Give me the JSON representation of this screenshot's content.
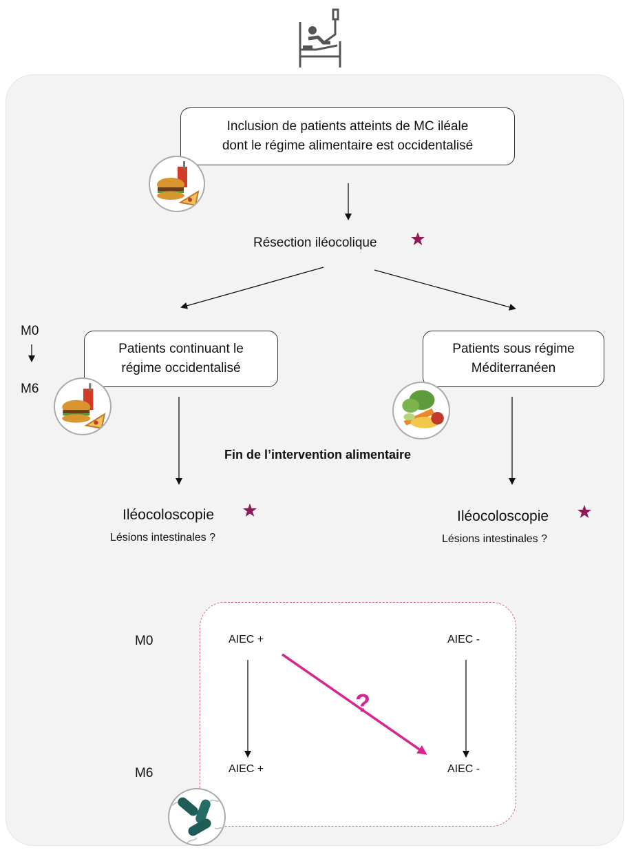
{
  "top_icon": "hospital-bed-icon",
  "inclusion": {
    "line1": "Inclusion de patients atteints de MC iléale",
    "line2": "dont le régime alimentaire est occidentalisé"
  },
  "resection": "Résection iléocolique",
  "timeline_left": {
    "m0": "M0",
    "m6": "M6"
  },
  "arm_left": {
    "line1": "Patients continuant le",
    "line2": "régime occidentalisé"
  },
  "arm_right": {
    "line1": "Patients sous régime",
    "line2": "Méditerranéen"
  },
  "fin_intervention": "Fin de l’intervention alimentaire",
  "outcome_left": {
    "title": "Iléocoloscopie",
    "subtitle": "Lésions intestinales ?"
  },
  "outcome_right": {
    "title": "Iléocoloscopie",
    "subtitle": "Lésions intestinales ?"
  },
  "aiec": {
    "m0": "M0",
    "m6": "M6",
    "pos_m0": "AIEC +",
    "neg_m0": "AIEC -",
    "pos_m6": "AIEC +",
    "neg_m6": "AIEC -",
    "question": "?"
  },
  "colors": {
    "star": "#8b1a57",
    "question": "#d6268f",
    "dashed": "#d45e86"
  },
  "icons": [
    "fast-food-icon",
    "fast-food-icon",
    "vegetables-icon",
    "bacteria-icon",
    "star-icon"
  ]
}
